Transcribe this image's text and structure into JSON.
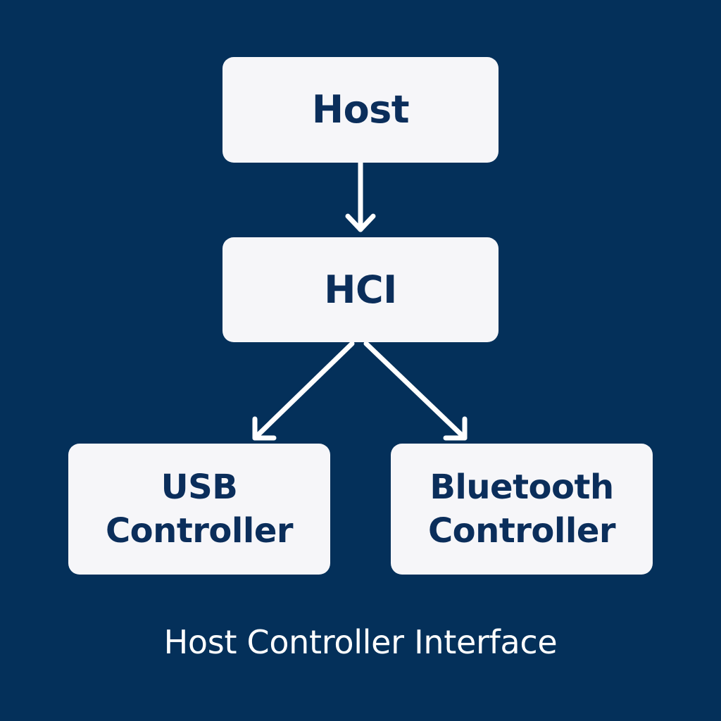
{
  "colors": {
    "background": "#04305a",
    "box_fill": "#f6f6f9",
    "box_text": "#0b2e5b",
    "arrow": "#ffffff",
    "caption_text": "#ffffff"
  },
  "nodes": {
    "host": {
      "label": "Host"
    },
    "hci": {
      "label": "HCI"
    },
    "usb": {
      "line1": "USB",
      "line2": "Controller"
    },
    "bluetooth": {
      "line1": "Bluetooth",
      "line2": "Controller"
    }
  },
  "edges": [
    {
      "from": "host",
      "to": "hci"
    },
    {
      "from": "hci",
      "to": "usb"
    },
    {
      "from": "hci",
      "to": "bluetooth"
    }
  ],
  "caption": "Host Controller Interface"
}
